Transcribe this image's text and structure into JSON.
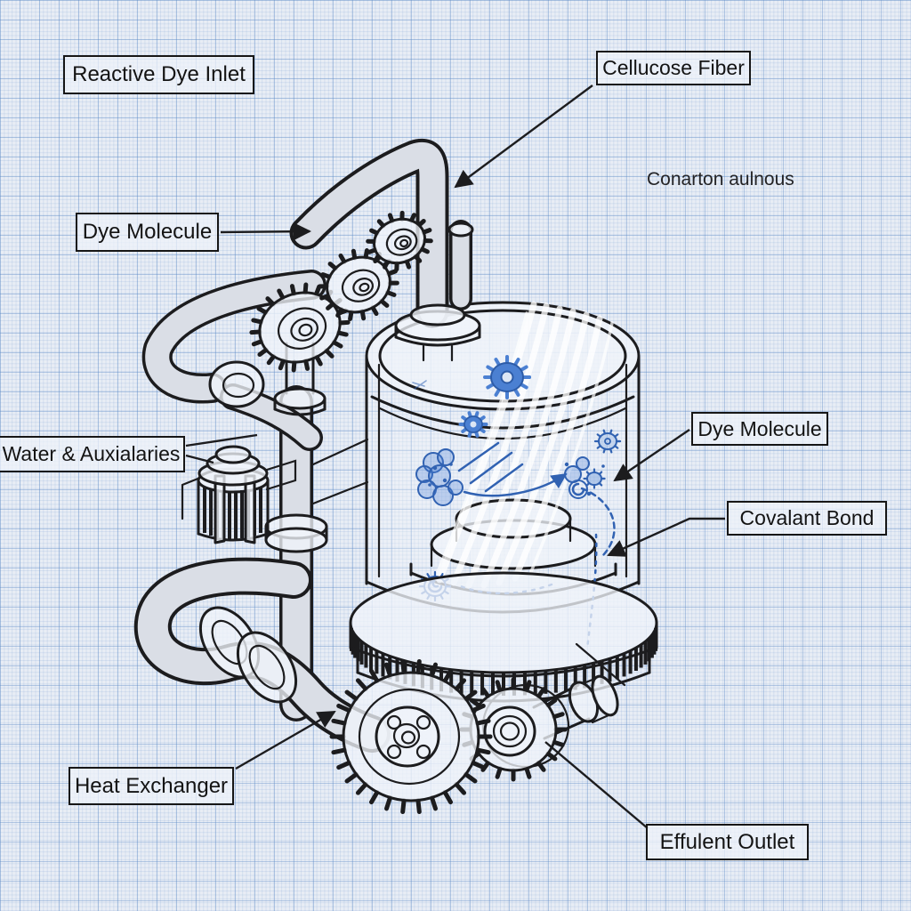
{
  "figure": {
    "style": "blueprint graph-paper technical illustration",
    "subject": "reactive dyeing machine with transparent dye vessel, gears and piping"
  },
  "canvas": {
    "colors": {
      "paper": "#e8edf5",
      "ink": "#1c1c1e",
      "blue-stroke": "#3162b2",
      "blue-fill": "#4b80d2",
      "fiber": "#ffffff"
    }
  },
  "labels": [
    {
      "id": "reactive-dye-inlet",
      "text": "Reactive Dye Inlet",
      "boxed": true
    },
    {
      "id": "cellucose-fiber",
      "text": "Cellucose Fiber",
      "boxed": true
    },
    {
      "id": "dye-molecule-top",
      "text": "Dye Molecule",
      "boxed": true
    },
    {
      "id": "water-auxialaries",
      "text": "Water & Auxialaries",
      "boxed": true
    },
    {
      "id": "dye-molecule-right",
      "text": "Dye Molecule",
      "boxed": true
    },
    {
      "id": "covalant-bond",
      "text": "Covalant Bond",
      "boxed": true
    },
    {
      "id": "heat-exchanger",
      "text": "Heat Exchanger",
      "boxed": true
    },
    {
      "id": "effulent-outlet",
      "text": "Effulent Outlet",
      "boxed": true
    }
  ],
  "stray_note": {
    "id": "conarton-aulnous",
    "text": "Conarton aulnous",
    "boxed": false
  }
}
